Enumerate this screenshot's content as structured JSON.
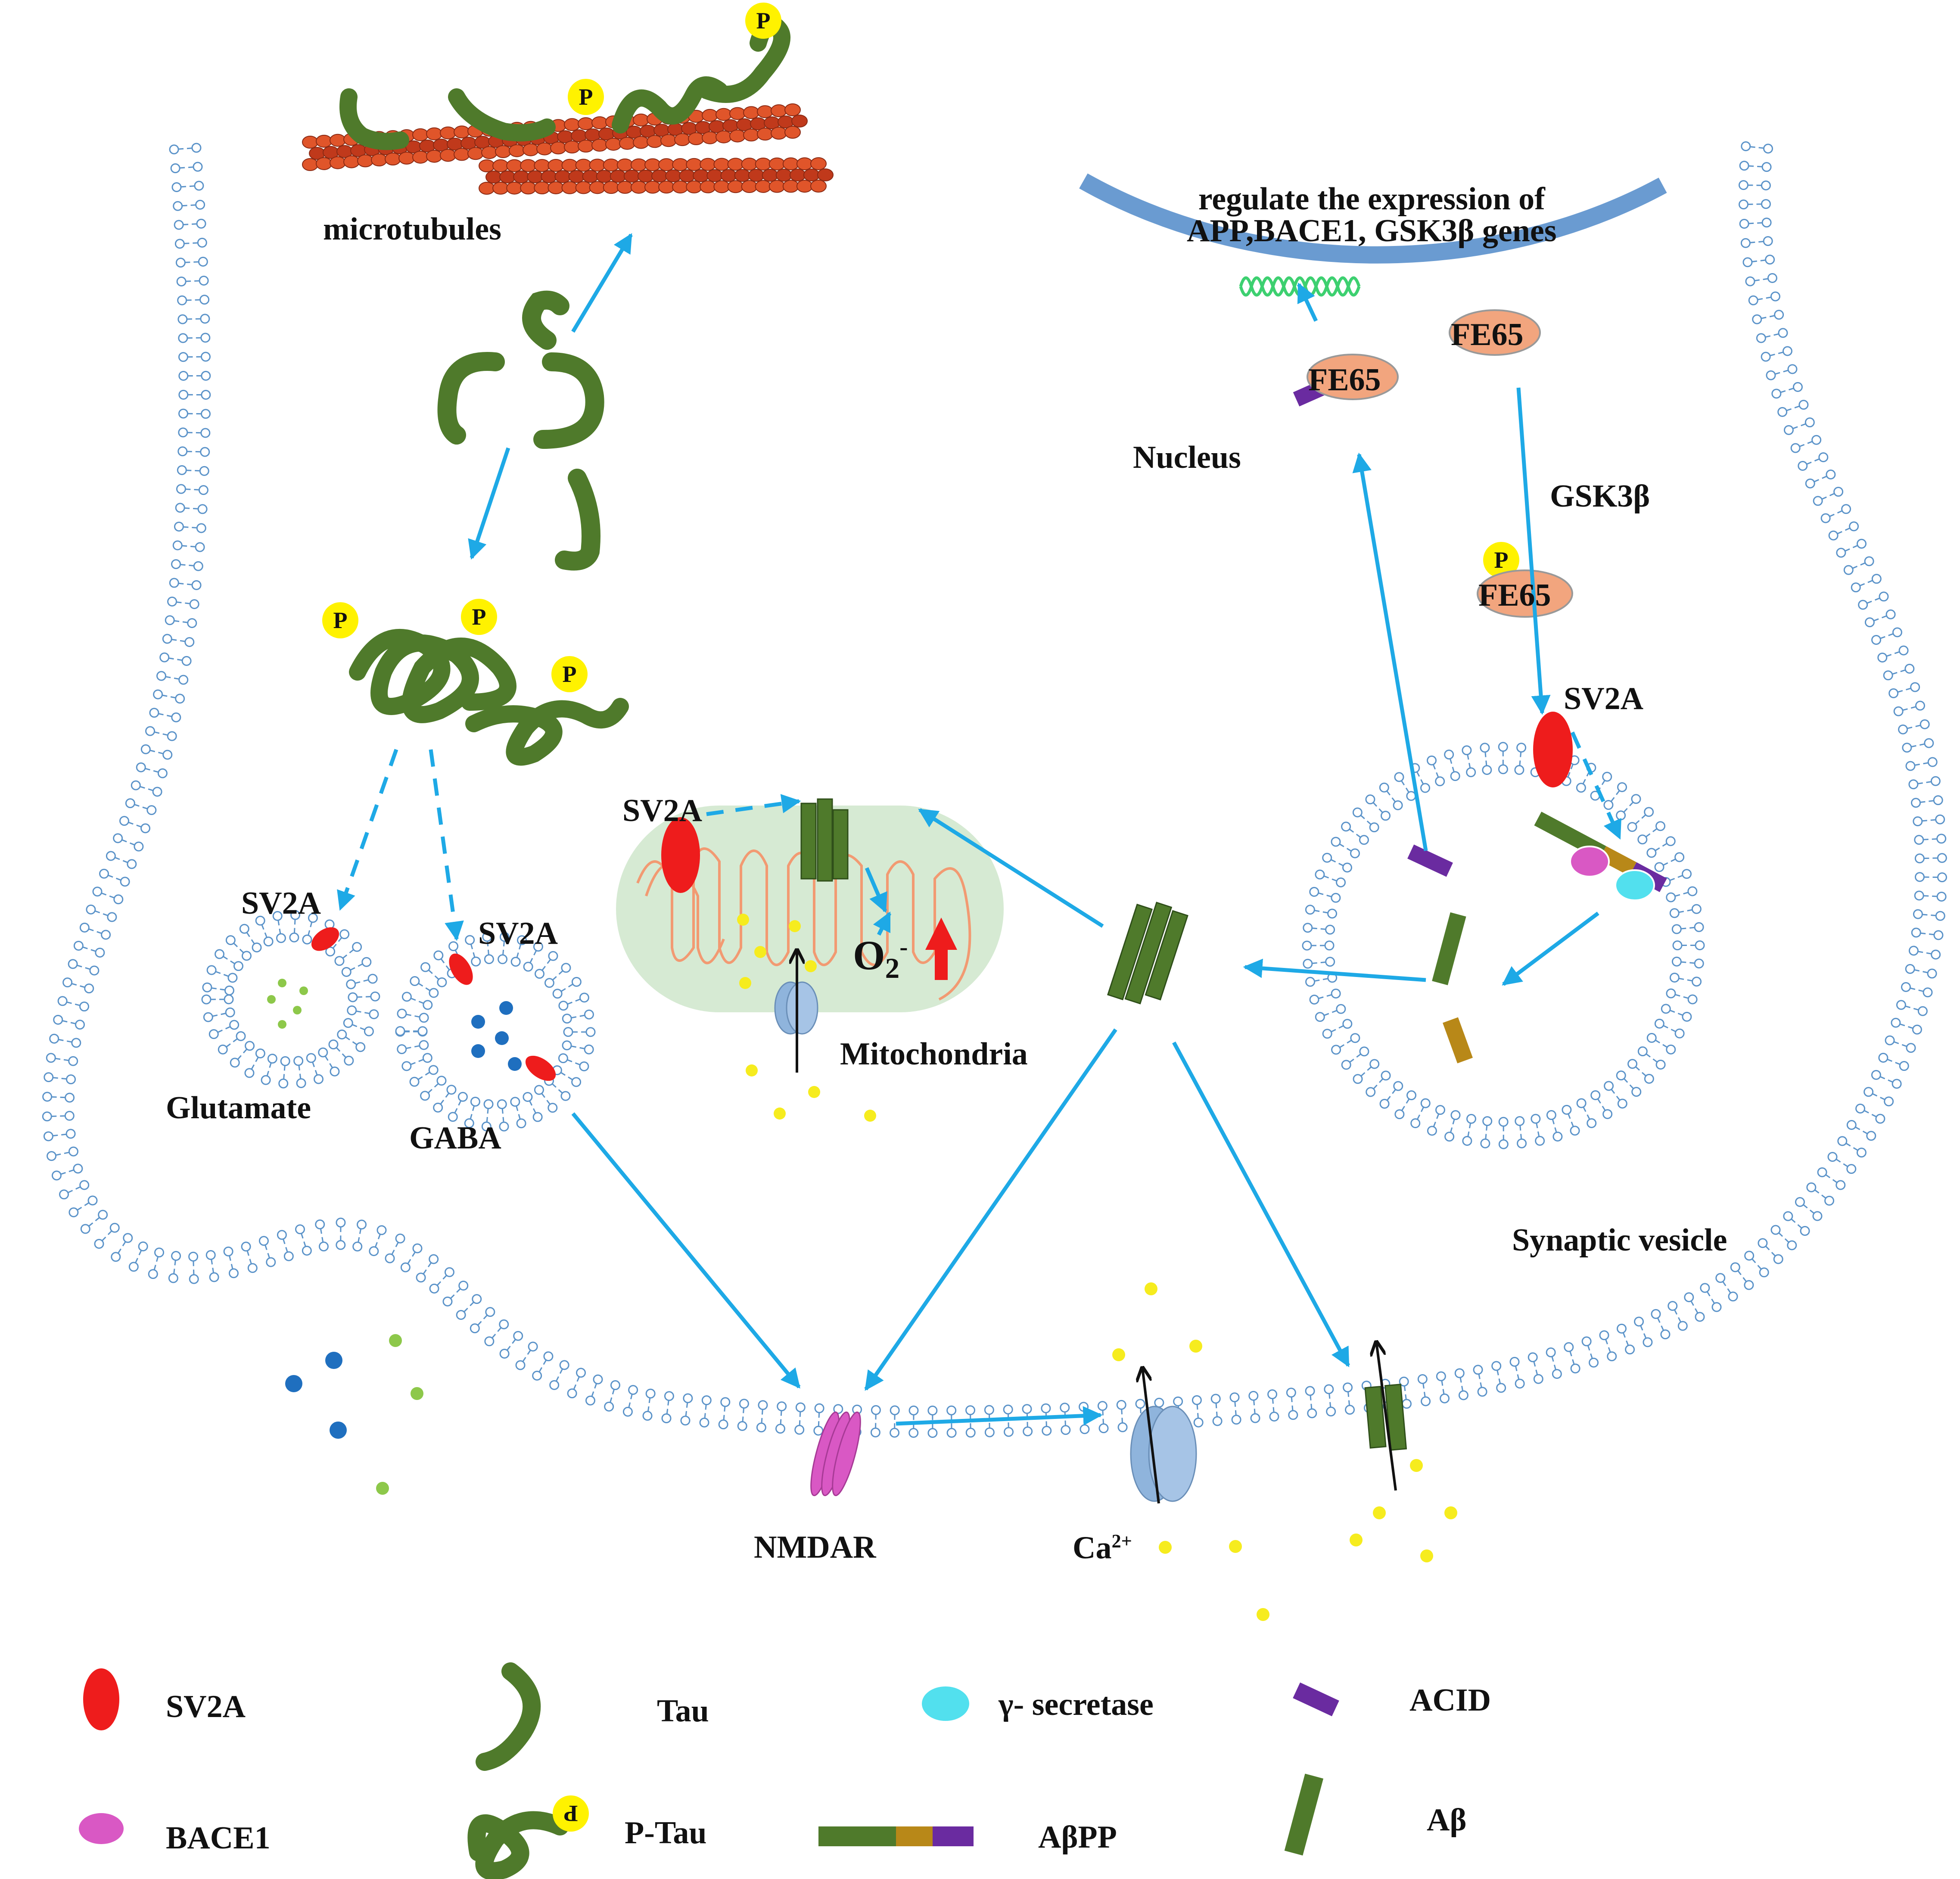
{
  "labels": {
    "microtubules": "microtubules",
    "nucleus": "Nucleus",
    "gene_regulation_line1": "regulate the expression of",
    "gene_regulation_line2": "APP,BACE1, GSK3β genes",
    "fe65_nucleus": "FE65",
    "fe65_nuclear_membrane": "FE65",
    "fe65_phospho": "FE65",
    "gsk3b": "GSK3β",
    "sv2a_vesicle": "SV2A",
    "sv2a_mito": "SV2A",
    "sv2a_glutamate": "SV2A",
    "sv2a_gaba": "SV2A",
    "glutamate": "Glutamate",
    "gaba": "GABA",
    "mitochondria": "Mitochondria",
    "superoxide_base": "O",
    "superoxide_sub": "2",
    "superoxide_sup": "-",
    "synaptic_vesicle": "Synaptic vesicle",
    "nmdar": "NMDAR",
    "calcium_base": "Ca",
    "calcium_sup": "2+",
    "phospho": "P"
  },
  "legend": [
    {
      "icon": "sv2a",
      "label": "SV2A"
    },
    {
      "icon": "tau",
      "label": "Tau"
    },
    {
      "icon": "gamma-secretase",
      "label": "γ- secretase"
    },
    {
      "icon": "acid",
      "label": "ACID"
    },
    {
      "icon": "bace1",
      "label": "BACE1"
    },
    {
      "icon": "p-tau",
      "label": "P-Tau"
    },
    {
      "icon": "abpp",
      "label": "AβPP"
    },
    {
      "icon": "abeta",
      "label": "Aβ"
    }
  ],
  "colors": {
    "arrow": "#1ea9e6",
    "membrane": "#5b93c9",
    "nucleus": "#6a9bd1",
    "tau": "#4f7a2b",
    "sv2a": "#ee1c1c",
    "phospho": "#fff200",
    "fe65": "#f2a57e",
    "acid": "#6a2ba0",
    "bace1": "#d958c4",
    "gamma": "#52e0ee",
    "ca": "#f6ec1e",
    "abpp_mid": "#b88818",
    "mito": "#d6ead3",
    "cristae": "#f29a72",
    "channel": "#8fb4dc"
  }
}
